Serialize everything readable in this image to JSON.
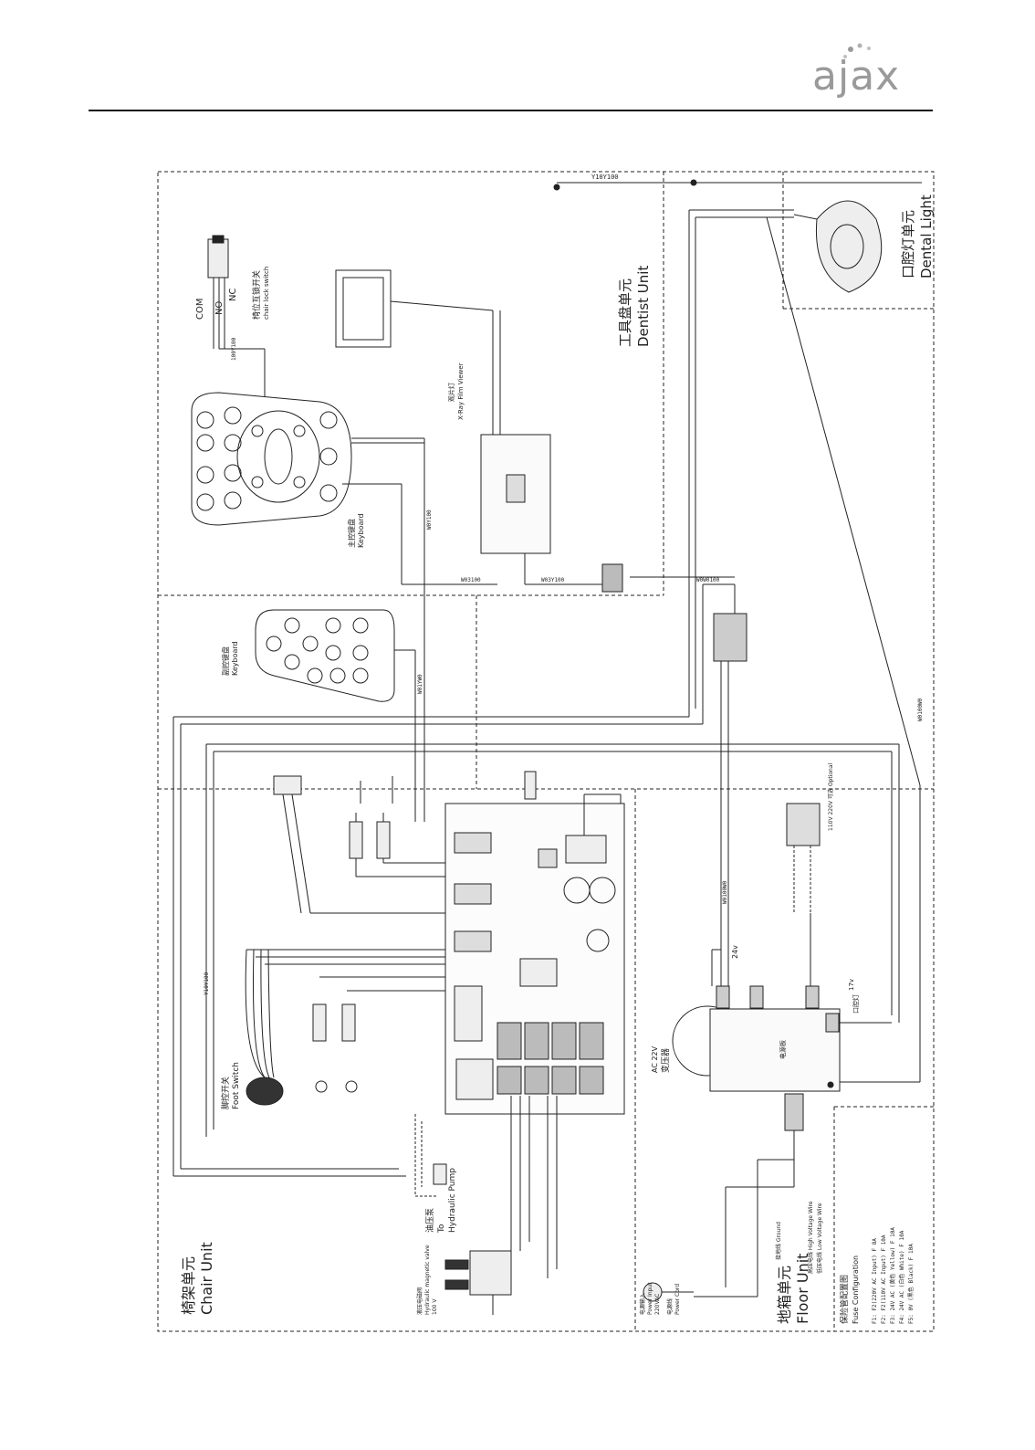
{
  "brand": {
    "logo_text": "ajax"
  },
  "units": {
    "chair": {
      "cn": "椅架单元",
      "en": "Chair Unit"
    },
    "dentist": {
      "cn": "工具盘单元",
      "en": "Dentist Unit"
    },
    "light": {
      "cn": "口腔灯单元",
      "en": "Dental Light"
    },
    "floor": {
      "cn": "地箱单元",
      "en": "Floor Unit"
    }
  },
  "components": {
    "chair_lock": {
      "cn": "椅位互锁开关",
      "en": "chair lock switch",
      "com": "COM",
      "no": "NO",
      "nc": "NC"
    },
    "main_keyboard": {
      "cn": "主控键盘",
      "en": "Keyboard"
    },
    "aux_keyboard": {
      "cn": "副控键盘",
      "en": "Keyboard"
    },
    "xray": {
      "cn": "观片灯",
      "en": "X-Ray Film Viewer"
    },
    "foot_switch": {
      "cn": "脚控开关",
      "en": "Foot Switch"
    },
    "hydraulic_pump": {
      "cn": "油压泵",
      "en_to": "To",
      "en": "Hydraulic Pump"
    },
    "hydraulic_valve": {
      "cn": "液压电磁阀",
      "en": "Hydraulic magnetic valve",
      "volt": "100 V"
    },
    "transformer": {
      "cn": "变压器",
      "ac": "AC 22V"
    },
    "power_board": {
      "cn": "电源板"
    },
    "power_input": {
      "cn": "电源输入",
      "en": "Power Input",
      "volt": "220VAC"
    },
    "power_cord": {
      "cn": "电源线",
      "en": "Power Cord"
    },
    "optional": {
      "text": "110V 220V 可选 Optional"
    },
    "mouth_light": {
      "cn": "口腔灯"
    },
    "fuse_config": {
      "cn": "保险管配置图",
      "en": "Fuse Configuration"
    }
  },
  "wire_codes": {
    "w1": "Y10Y100",
    "w2": "100Y100",
    "w3": "W0Y100",
    "w4": "W03100",
    "w5": "W03Y100",
    "w6": "W0W0100",
    "w7": "W01YW0",
    "w8": "W0100W0",
    "w9": "W0100W0"
  },
  "voltages": {
    "v24": "24v",
    "v22": "AC 22V",
    "v17": "17v"
  },
  "legend": {
    "hv": "高压电线 High Voltage Wire",
    "lv": "低压电线 Low Voltage Wire",
    "ground": "接地线 Ground",
    "f1": "F1: F2(220V AC Input) F 8A",
    "f2": "F2: F2(110V AC Input) F 10A",
    "f3": "F3: 24V AC (黄色 Yellow) F 10A",
    "f4": "F4: 24V AC (白色 White) F 10A",
    "f5": "F5: 0V (黑色 Black) F 10A"
  }
}
